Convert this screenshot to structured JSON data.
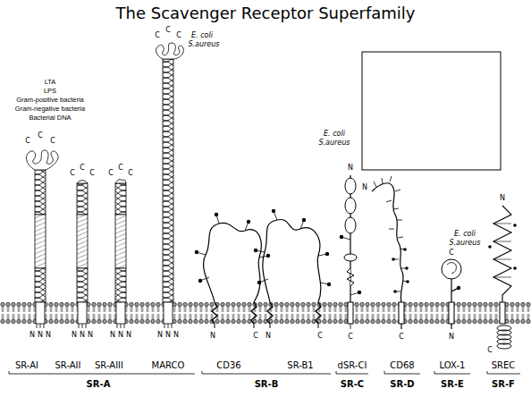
{
  "diagram": {
    "title": "The Scavenger Receptor Superfamily",
    "labels": [
      "E. coli",
      "S.aureus",
      "C",
      "C",
      "C",
      "LTA",
      "LPS",
      "Gram-positive bacteria",
      "Gram-negative bacteria",
      "Bacterial DNA",
      "C",
      "C",
      "C",
      "E. coli",
      "S.aureus",
      "N",
      "C",
      "C",
      "C",
      "C",
      "C",
      "C",
      "N",
      "N",
      "E. coli",
      "S.aureus",
      "C",
      "N",
      "N",
      "N",
      "N",
      "N",
      "N",
      "N",
      "N",
      "N",
      "N",
      "N",
      "N",
      "N",
      "C",
      "N",
      "C",
      "C",
      "C",
      "N",
      "C",
      "SR-AI",
      "SR-AII",
      "SR-AIII",
      "MARCO",
      "CD36",
      "SR-B1",
      "dSR-CI",
      "CD68",
      "LOX-1",
      "SREC",
      "SR-A",
      "SR-B",
      "SR-C",
      "SR-D",
      "SR-E",
      "SR-F"
    ]
  }
}
